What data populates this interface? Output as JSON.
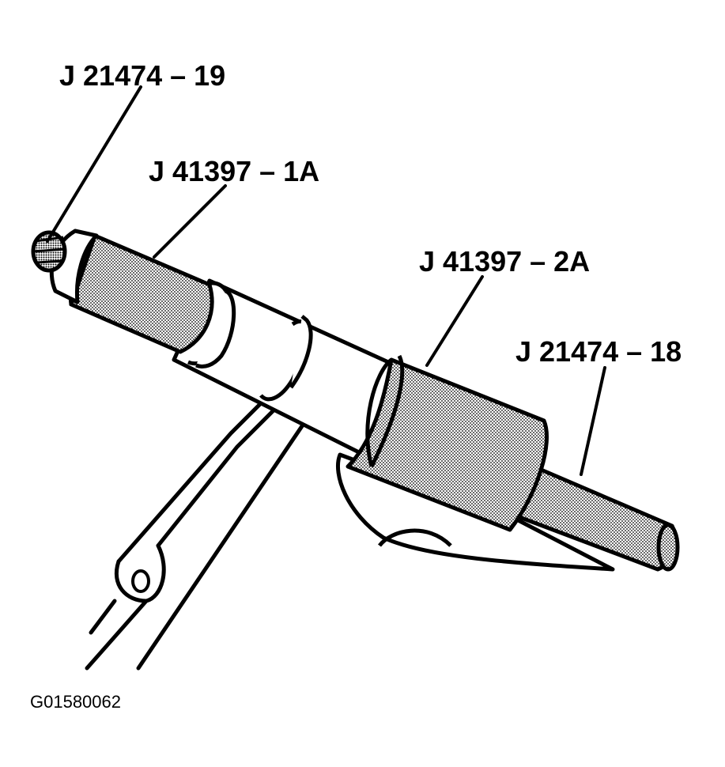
{
  "callouts": {
    "tool_19": "J 21474 – 19",
    "tool_1a": "J 41397 – 1A",
    "tool_2a": "J 41397 – 2A",
    "tool_18": "J 21474 – 18"
  },
  "figure_id": "G01580062",
  "colors": {
    "ink": "#000000",
    "stipple": "#8a8a8a",
    "paper": "#ffffff"
  }
}
